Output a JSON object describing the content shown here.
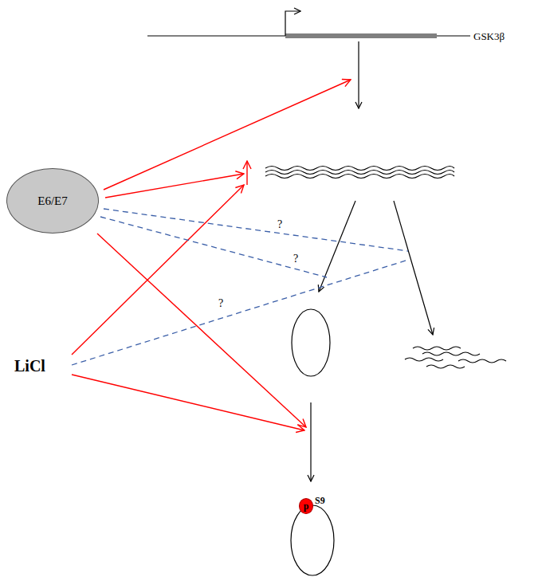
{
  "diagram": {
    "nodes": [
      {
        "text": [
          "E6/E7"
        ]
      },
      {
        "text": [
          "p"
        ]
      }
    ],
    "labels": [
      "GSK3β",
      "?",
      "?",
      "?",
      "LiCl",
      "S9"
    ]
  }
}
